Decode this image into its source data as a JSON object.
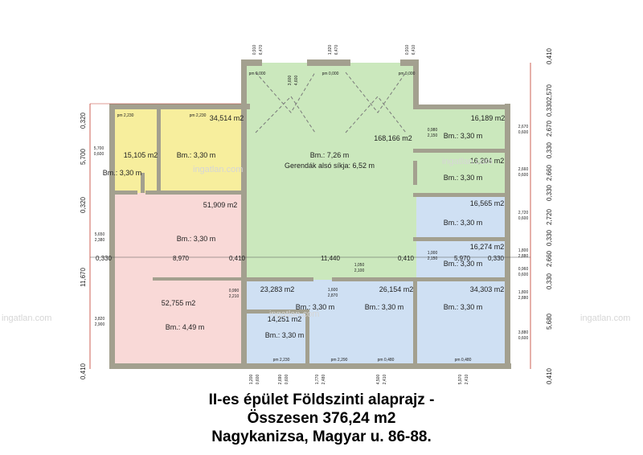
{
  "title_lines": [
    "II-es épület Földszinti alaprajz -",
    "Összesen 376,24 m2",
    "Nagykanizsa, Magyar u. 86-88."
  ],
  "watermark": "ingatlan.com",
  "rooms": [
    {
      "area": "15,105 m2",
      "height": "Bm.: 3,30 m",
      "color": "#fbf5a9"
    },
    {
      "area": "34,514 m2",
      "height": "Bm.: 3,30 m",
      "color": "#f7ee9d"
    },
    {
      "area": "168,166 m2",
      "height": "Bm.: 7,26 m",
      "note": "Gerendák alsó síkja: 6,52 m",
      "color": "#cbe8bd"
    },
    {
      "area": "51,909 m2",
      "height": "Bm.: 3,30 m",
      "color": "#f9d9d7"
    },
    {
      "area": "52,755 m2",
      "height": "Bm.: 4,49 m",
      "color": "#f9d9d7"
    },
    {
      "area": "16,189 m2",
      "height": "Bm.: 3,30 m",
      "color": "#cbe8bd"
    },
    {
      "area": "16,204 m2",
      "height": "Bm.: 3,30 m",
      "color": "#cbe8bd"
    },
    {
      "area": "16,565 m2",
      "height": "Bm.: 3,30 m",
      "color": "#cfe0f3"
    },
    {
      "area": "16,274 m2",
      "height": "Bm.: 3,30 m",
      "color": "#cfe0f3"
    },
    {
      "area": "34,303 m2",
      "height": "Bm.: 3,30 m",
      "color": "#cfe0f3"
    },
    {
      "area": "23,283 m2",
      "height": "Bm.: 3,30 m",
      "color": "#cfe0f3"
    },
    {
      "area": "26,154 m2",
      "height": "Bm.: 3,30 m",
      "color": "#cfe0f3"
    },
    {
      "area": "14,251 m2",
      "height": "Bm.: 3,30 m",
      "color": "#cfe0f3"
    }
  ],
  "dimensions": {
    "left": [
      "0,320",
      "5,700",
      "0,320",
      "11,670",
      "0,410"
    ],
    "right": [
      "0,410",
      "2,570",
      "0,330",
      "2,670",
      "0,330",
      "2,660",
      "0,330",
      "2,720",
      "0,330",
      "2,660",
      "0,330",
      "5,680",
      "0,410"
    ],
    "row": [
      "0,330",
      "8,970",
      "0,410",
      "11,440",
      "0,410",
      "5,970",
      "0,330"
    ]
  },
  "annotations": [
    "pm 0,000",
    "pm 0,000",
    "pm 0,000",
    "pm 2,230",
    "pm 2,230",
    "pm 2,230",
    "pm 2,290",
    "pm 0,480",
    "pm 0,480",
    "5,700",
    "0,600",
    "5,650",
    "2,380",
    "3,820",
    "2,900",
    "0,990",
    "2,210",
    "0,980",
    "2,150",
    "1,600",
    "2,870",
    "1,000",
    "2,150",
    "1,050",
    "2,100",
    "2,670",
    "0,600",
    "2,660",
    "0,600",
    "2,720",
    "0,600",
    "1,800",
    "2,880",
    "0,960",
    "0,600",
    "3,880",
    "0,600",
    "1,800",
    "2,880",
    "3,600",
    "4,600",
    "0,910",
    "6,470",
    "1,820",
    "6,470",
    "0,910",
    "6,410",
    "1,200",
    "0,600",
    "2,690",
    "0,600",
    "1,770",
    "2,480",
    "4,500",
    "2,410",
    "5,970",
    "2,410"
  ],
  "colors": {
    "wall": "#a3a08f",
    "dim": "#c0392b",
    "yellow": "#f7ee9d",
    "green": "#cbe8bd",
    "pink": "#f9d9d7",
    "blue": "#cfe0f3"
  }
}
